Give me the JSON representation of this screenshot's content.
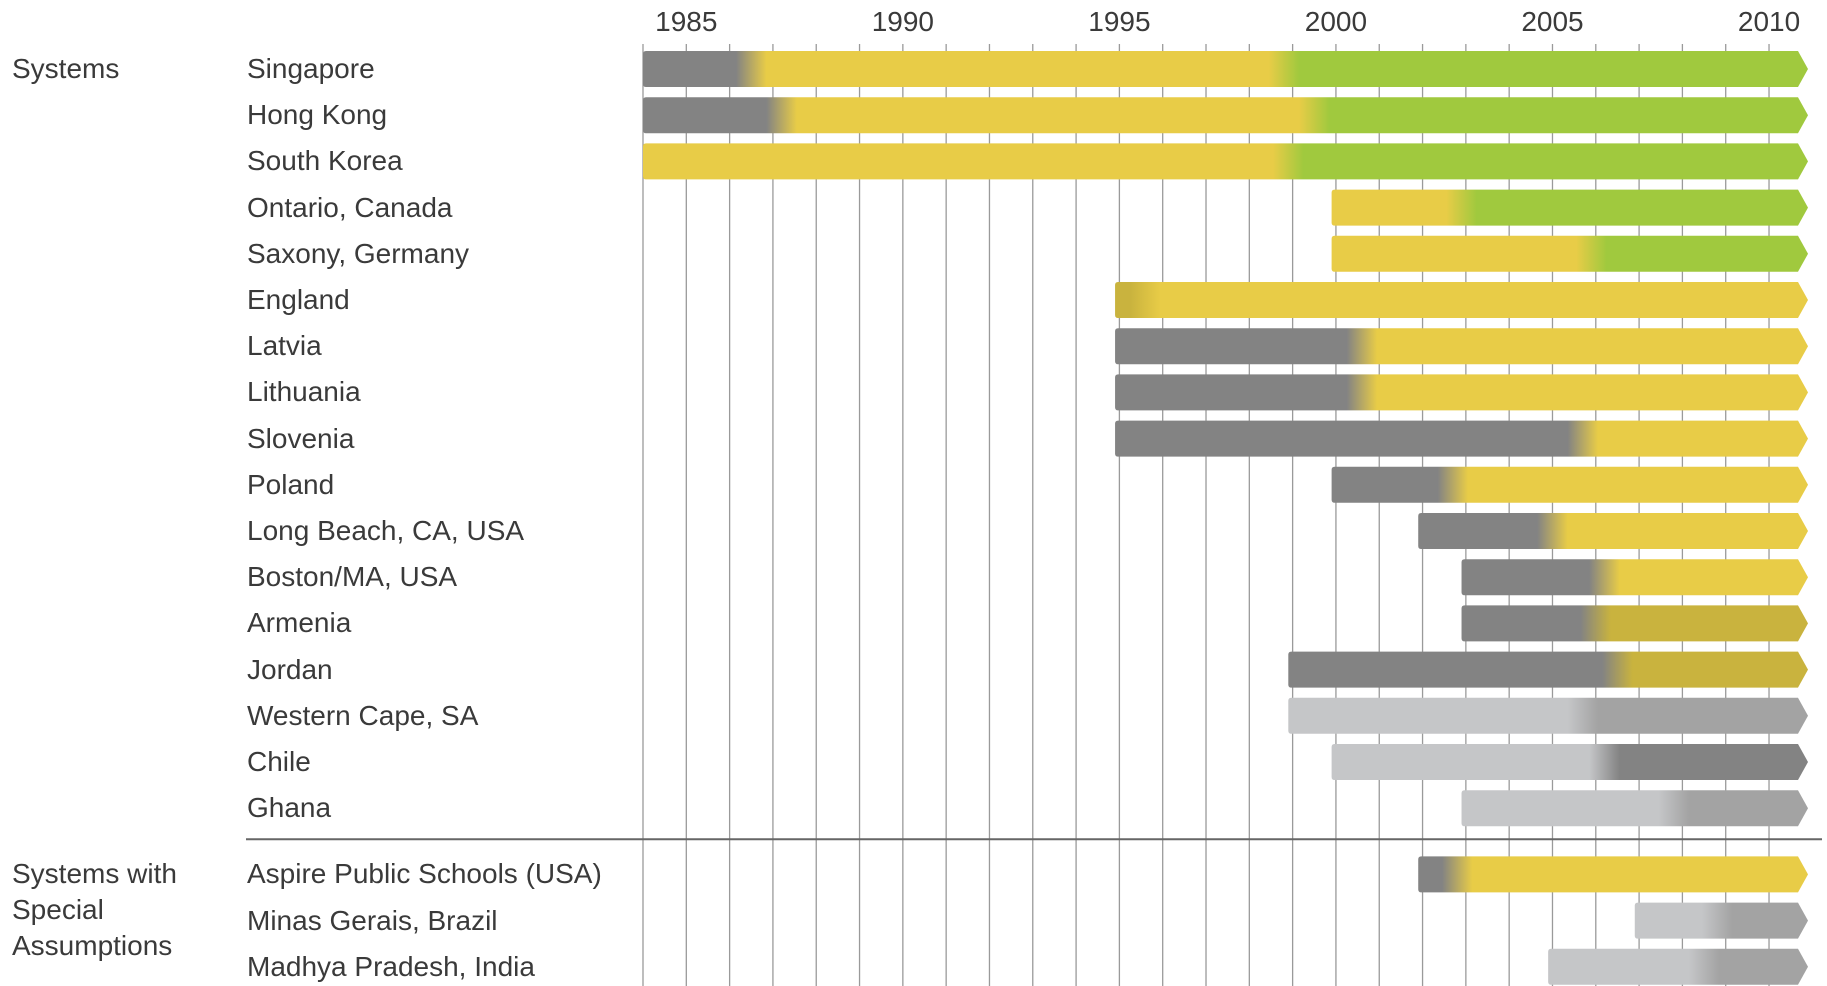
{
  "chart_data": {
    "type": "bar",
    "xlim": [
      1984,
      2010.9
    ],
    "xticks": [
      1985,
      1990,
      1995,
      2000,
      2005,
      2010
    ],
    "groups": [
      {
        "label": "Systems",
        "first": 0
      },
      {
        "label": "Systems with Special Assumptions",
        "first": 17
      }
    ],
    "colors": {
      "grey": "#838383",
      "light_grey": "#c5c6c8",
      "mid_grey": "#a3a3a3",
      "yellow": "#e8cc47",
      "green": "#a0c93e",
      "olive": "#c9b33e",
      "divider": "#666666",
      "gridline": "#9a9a9a"
    },
    "rows": [
      {
        "label": "Singapore",
        "start": 1984,
        "segments": [
          {
            "until": 1986.5,
            "color": "grey"
          },
          {
            "until": 1998.8,
            "color": "yellow"
          },
          {
            "until": 2010.9,
            "color": "green"
          }
        ]
      },
      {
        "label": "Hong Kong",
        "start": 1984,
        "segments": [
          {
            "until": 1987.2,
            "color": "grey"
          },
          {
            "until": 1999.5,
            "color": "yellow"
          },
          {
            "until": 2010.9,
            "color": "green"
          }
        ]
      },
      {
        "label": "South Korea",
        "start": 1984,
        "segments": [
          {
            "until": 1998.9,
            "color": "yellow"
          },
          {
            "until": 2010.9,
            "color": "green"
          }
        ]
      },
      {
        "label": "Ontario, Canada",
        "start": 1999.9,
        "segments": [
          {
            "until": 2002.9,
            "color": "yellow"
          },
          {
            "until": 2010.9,
            "color": "green"
          }
        ]
      },
      {
        "label": "Saxony, Germany",
        "start": 1999.9,
        "segments": [
          {
            "until": 2005.9,
            "color": "yellow"
          },
          {
            "until": 2010.9,
            "color": "green"
          }
        ]
      },
      {
        "label": "England",
        "start": 1994.9,
        "segments": [
          {
            "until": 1995.6,
            "color": "olive"
          },
          {
            "until": 2010.9,
            "color": "yellow"
          }
        ]
      },
      {
        "label": "Latvia",
        "start": 1994.9,
        "segments": [
          {
            "until": 2000.6,
            "color": "grey"
          },
          {
            "until": 2010.9,
            "color": "yellow"
          }
        ]
      },
      {
        "label": "Lithuania",
        "start": 1994.9,
        "segments": [
          {
            "until": 2000.6,
            "color": "grey"
          },
          {
            "until": 2010.9,
            "color": "yellow"
          }
        ]
      },
      {
        "label": "Slovenia",
        "start": 1994.9,
        "segments": [
          {
            "until": 2005.7,
            "color": "grey"
          },
          {
            "until": 2010.9,
            "color": "yellow"
          }
        ]
      },
      {
        "label": "Poland",
        "start": 1999.9,
        "segments": [
          {
            "until": 2002.7,
            "color": "grey"
          },
          {
            "until": 2010.9,
            "color": "yellow"
          }
        ]
      },
      {
        "label": "Long Beach, CA, USA",
        "start": 2001.9,
        "segments": [
          {
            "until": 2005.0,
            "color": "grey"
          },
          {
            "until": 2010.9,
            "color": "yellow"
          }
        ]
      },
      {
        "label": "Boston/MA, USA",
        "start": 2002.9,
        "segments": [
          {
            "until": 2006.2,
            "color": "grey"
          },
          {
            "until": 2010.9,
            "color": "yellow"
          }
        ]
      },
      {
        "label": "Armenia",
        "start": 2002.9,
        "segments": [
          {
            "until": 2006.0,
            "color": "grey"
          },
          {
            "until": 2010.9,
            "color": "olive"
          }
        ]
      },
      {
        "label": "Jordan",
        "start": 1998.9,
        "segments": [
          {
            "until": 2006.5,
            "color": "grey"
          },
          {
            "until": 2010.9,
            "color": "olive"
          }
        ]
      },
      {
        "label": "Western Cape, SA",
        "start": 1998.9,
        "segments": [
          {
            "until": 2005.7,
            "color": "light_grey"
          },
          {
            "until": 2010.9,
            "color": "mid_grey"
          }
        ]
      },
      {
        "label": "Chile",
        "start": 1999.9,
        "segments": [
          {
            "until": 2006.2,
            "color": "light_grey"
          },
          {
            "until": 2010.9,
            "color": "grey"
          }
        ]
      },
      {
        "label": "Ghana",
        "start": 2002.9,
        "segments": [
          {
            "until": 2007.8,
            "color": "light_grey"
          },
          {
            "until": 2010.9,
            "color": "mid_grey"
          }
        ]
      },
      {
        "label": "Aspire Public Schools (USA)",
        "start": 2001.9,
        "segments": [
          {
            "until": 2002.8,
            "color": "grey"
          },
          {
            "until": 2010.9,
            "color": "yellow"
          }
        ]
      },
      {
        "label": "Minas Gerais, Brazil",
        "start": 2006.9,
        "segments": [
          {
            "until": 2008.8,
            "color": "light_grey"
          },
          {
            "until": 2010.9,
            "color": "mid_grey"
          }
        ]
      },
      {
        "label": "Madhya Pradesh, India",
        "start": 2004.9,
        "segments": [
          {
            "until": 2008.5,
            "color": "light_grey"
          },
          {
            "until": 2010.9,
            "color": "mid_grey"
          }
        ]
      }
    ]
  }
}
